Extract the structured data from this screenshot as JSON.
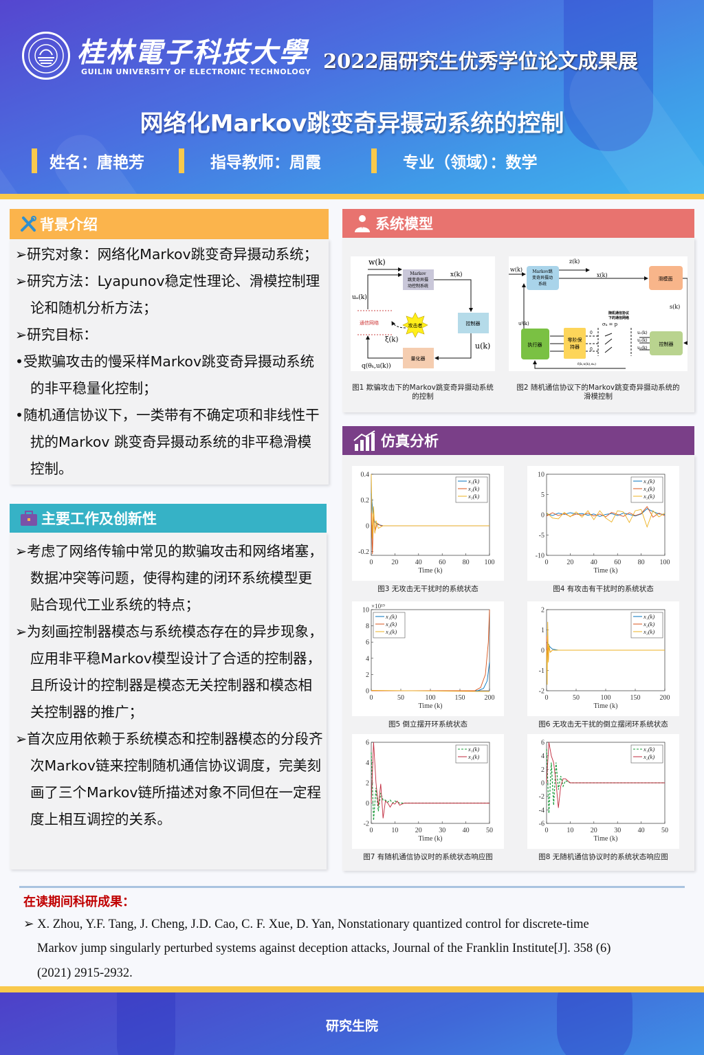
{
  "header": {
    "university_cn": "桂林電子科技大學",
    "university_en": "GUILIN UNIVERSITY OF ELECTRONIC TECHNOLOGY",
    "exhibition": "2022届研究生优秀学位论文成果展",
    "title": "网络化Markov跳变奇异摄动系统的控制",
    "name_label": "姓名：唐艳芳",
    "advisor_label": "指导教师：周霞",
    "major_label": "专业（领域）：数学"
  },
  "background": {
    "heading": "背景介绍",
    "icon": "tools-icon",
    "items": [
      "➢研究对象：网络化Markov跳变奇异摄动系统；",
      "➢研究方法：Lyapunov稳定性理论、滑模控制理论和随机分析方法；",
      "➢研究目标：",
      "•受欺骗攻击的慢采样Markov跳变奇异摄动系统的非平稳量化控制；",
      "•随机通信协议下，一类带有不确定项和非线性干扰的Markov 跳变奇异摄动系统的非平稳滑模控制。"
    ]
  },
  "innovation": {
    "heading": "主要工作及创新性",
    "icon": "briefcase-icon",
    "items": [
      "➢考虑了网络传输中常见的欺骗攻击和网络堵塞，数据冲突等问题，使得构建的闭环系统模型更贴合现代工业系统的特点；",
      "➢为刻画控制器模态与系统模态存在的异步现象，应用非平稳Markov模型设计了合适的控制器，且所设计的控制器是模态无关控制器和模态相关控制器的推广；",
      "➢首次应用依赖于系统模态和控制器模态的分段齐次Markov链来控制随机通信协议调度，完美刻画了三个Markov链所描述对象不同但在一定程度上相互调控的关系。"
    ]
  },
  "model": {
    "heading": "系统模型",
    "icon": "person-icon",
    "fig1": {
      "caption": "图1 欺骗攻击下的Markov跳变奇异摄动系统的控制",
      "plant": [
        "Markov",
        "跳变奇异摄",
        "动控制系统"
      ],
      "controller": "控制器",
      "quantizer": "量化器",
      "attacker": "攻击者",
      "network": "通信网络",
      "w": "w(k)",
      "x": "x(k)",
      "ua": "uₐ(k)",
      "xi": "ξ(k)",
      "u": "u(k)",
      "q": "q(θₖ,u(k))"
    },
    "fig2": {
      "caption": "图2 随机通信协议下的Markov跳变奇异摄动系统的滑模控制",
      "plant": [
        "Markov跳",
        "变奇异摄动",
        "系统"
      ],
      "sliding": "滑模面",
      "actuator": "执行器",
      "zoh": [
        "零阶保",
        "持器"
      ],
      "controller": "控制器",
      "network": [
        "随机通信协议",
        "下的通信网络"
      ],
      "w": "w(k)",
      "z": "z(k)",
      "x": "x(k)",
      "s": "s(k)",
      "uF": "uᶠ(k)",
      "sigma": "σₖ = p",
      "u1": "u₁(k)",
      "u2": "u₂(k)",
      "u3": "u₃(k)",
      "f": "f(k,x(k),αₖ)",
      "zero": "0"
    }
  },
  "simulation": {
    "heading": "仿真分析",
    "icon": "bar-chart-icon"
  },
  "chart_data": [
    {
      "type": "line",
      "caption": "图3 无攻击无干扰时的系统状态",
      "xlabel": "Time (k)",
      "xlim": [
        0,
        100
      ],
      "ylim": [
        -0.23,
        0.4
      ],
      "xticks": [
        0,
        20,
        40,
        60,
        80,
        100
      ],
      "yticks": [
        -0.2,
        0,
        0.2,
        0.4
      ],
      "legend": "top-right",
      "series": [
        {
          "name": "x₁(k)",
          "color": "#0072bd",
          "x": [
            0,
            1,
            2,
            3,
            5,
            10,
            100
          ],
          "y": [
            0.25,
            0.15,
            0.06,
            0.03,
            0.01,
            0,
            0
          ]
        },
        {
          "name": "x₂(k)",
          "color": "#d95319",
          "x": [
            0,
            1,
            2,
            3,
            5,
            8,
            100
          ],
          "y": [
            0.1,
            -0.22,
            0.1,
            -0.05,
            0.02,
            0,
            0
          ]
        },
        {
          "name": "x₃(k)",
          "color": "#edb120",
          "x": [
            0,
            1,
            2,
            3,
            4,
            6,
            10,
            100
          ],
          "y": [
            0.4,
            -0.1,
            0.15,
            -0.06,
            0.04,
            -0.02,
            0,
            0
          ]
        }
      ]
    },
    {
      "type": "line",
      "caption": "图4 有攻击有干扰时的系统状态",
      "xlabel": "Time (k)",
      "xlim": [
        0,
        100
      ],
      "ylim": [
        -10,
        10
      ],
      "xticks": [
        0,
        20,
        40,
        60,
        80,
        100
      ],
      "yticks": [
        -10,
        -5,
        0,
        5,
        10
      ],
      "legend": "top-right",
      "series": [
        {
          "name": "x₁(k)",
          "color": "#0072bd",
          "x": [
            0,
            5,
            10,
            15,
            20,
            25,
            30,
            35,
            40,
            45,
            50,
            55,
            60,
            65,
            70,
            75,
            80,
            85,
            90,
            95,
            100
          ],
          "y": [
            0.3,
            -0.2,
            0.4,
            0.1,
            0.5,
            0.2,
            0.3,
            -0.1,
            0.2,
            -0.4,
            0.1,
            0.3,
            -0.2,
            0.4,
            0.1,
            -0.3,
            0.2,
            1.5,
            0.8,
            0.2,
            0.1
          ]
        },
        {
          "name": "x₂(k)",
          "color": "#d95319",
          "x": [
            0,
            5,
            10,
            15,
            20,
            25,
            30,
            35,
            40,
            45,
            50,
            55,
            60,
            65,
            70,
            75,
            80,
            85,
            90,
            95,
            100
          ],
          "y": [
            -0.3,
            0.5,
            -0.2,
            0.3,
            -0.4,
            0.2,
            -0.1,
            0.4,
            -0.3,
            0.2,
            -0.5,
            0.6,
            0.1,
            -0.4,
            0.5,
            -0.2,
            0.3,
            2,
            -0.6,
            0.4,
            -0.2
          ]
        },
        {
          "name": "x₃(k)",
          "color": "#edb120",
          "x": [
            0,
            5,
            10,
            15,
            20,
            25,
            30,
            35,
            40,
            45,
            50,
            55,
            60,
            65,
            70,
            75,
            80,
            85,
            90,
            95,
            100
          ],
          "y": [
            0.5,
            -0.8,
            -1,
            0.6,
            -0.5,
            0.7,
            -0.6,
            1,
            -1.2,
            1,
            -0.8,
            -1.8,
            1,
            0.7,
            -1.9,
            1,
            1.3,
            -3,
            1,
            -0.5,
            0.4
          ]
        }
      ]
    },
    {
      "type": "line",
      "caption": "图5 倒立摆开环系统状态",
      "xlabel": "Time (k)",
      "ylabel_scale": "×10¹⁹",
      "xlim": [
        0,
        200
      ],
      "ylim": [
        0,
        10
      ],
      "xticks": [
        0,
        50,
        100,
        150,
        200
      ],
      "yticks": [
        0,
        2,
        4,
        6,
        8,
        10
      ],
      "legend": "top-left",
      "series": [
        {
          "name": "x₁(k)",
          "color": "#0072bd",
          "x": [
            0,
            180,
            190,
            196,
            200
          ],
          "y": [
            0,
            0,
            0.3,
            1.2,
            3.5
          ]
        },
        {
          "name": "x₂(k)",
          "color": "#d95319",
          "x": [
            0,
            175,
            185,
            193,
            198,
            200
          ],
          "y": [
            0,
            0,
            0.4,
            2,
            6,
            10
          ]
        },
        {
          "name": "x₃(k)",
          "color": "#edb120",
          "x": [
            0,
            200
          ],
          "y": [
            0.05,
            -0.1
          ]
        }
      ]
    },
    {
      "type": "line",
      "caption": "图6 无攻击无干扰的倒立摆闭环系统状态",
      "xlabel": "Time (k)",
      "xlim": [
        0,
        200
      ],
      "ylim": [
        -2,
        2
      ],
      "xticks": [
        0,
        50,
        100,
        150,
        200
      ],
      "yticks": [
        -2,
        -1,
        0,
        1,
        2
      ],
      "legend": "top-right",
      "series": [
        {
          "name": "x₁(k)",
          "color": "#0072bd",
          "x": [
            0,
            3,
            6,
            10,
            20,
            200
          ],
          "y": [
            0.4,
            0.3,
            0.15,
            0.05,
            0,
            0
          ]
        },
        {
          "name": "x₂(k)",
          "color": "#d95319",
          "x": [
            0,
            1,
            2,
            3,
            4,
            6,
            10,
            200
          ],
          "y": [
            0.7,
            -1,
            0.5,
            -0.5,
            0.2,
            -0.1,
            0,
            0
          ]
        },
        {
          "name": "x₃(k)",
          "color": "#edb120",
          "x": [
            0,
            1,
            2,
            3,
            4,
            6,
            10,
            200
          ],
          "y": [
            0,
            -1.7,
            1.4,
            -0.6,
            0.3,
            -0.1,
            0,
            0
          ]
        }
      ]
    },
    {
      "type": "line",
      "caption": "图7 有随机通信协议时的系统状态响应图",
      "xlabel": "Time (k)",
      "xlim": [
        0,
        50
      ],
      "ylim": [
        -2,
        6
      ],
      "xticks": [
        0,
        10,
        20,
        30,
        40,
        50
      ],
      "yticks": [
        -2,
        0,
        2,
        4,
        6
      ],
      "legend": "top-right",
      "series": [
        {
          "name": "x₁(k)",
          "color": "#1a9a3a",
          "dashed": true,
          "x": [
            0,
            1,
            2,
            3,
            4,
            5,
            6,
            7,
            8,
            9,
            10,
            12,
            50
          ],
          "y": [
            5,
            -1.7,
            1.5,
            -0.8,
            1,
            0.3,
            0.3,
            0.1,
            0.3,
            0,
            0.2,
            0,
            0
          ]
        },
        {
          "name": "x₂(k)",
          "color": "#c0283c",
          "x": [
            0,
            1,
            2,
            3,
            4,
            5,
            6,
            7,
            8,
            9,
            10,
            11,
            12,
            14,
            50
          ],
          "y": [
            0,
            6,
            2,
            -0.3,
            1.9,
            -1.5,
            0.2,
            0,
            -0.4,
            0,
            -0.1,
            0.2,
            -0.2,
            0,
            0
          ]
        }
      ]
    },
    {
      "type": "line",
      "caption": "图8 无随机通信协议时的系统状态响应图",
      "xlabel": "Time (k)",
      "xlim": [
        0,
        50
      ],
      "ylim": [
        -6,
        6
      ],
      "xticks": [
        0,
        10,
        20,
        30,
        40,
        50
      ],
      "yticks": [
        -6,
        -4,
        -2,
        0,
        2,
        4,
        6
      ],
      "legend": "top-right",
      "series": [
        {
          "name": "x₁(k)",
          "color": "#1a9a3a",
          "dashed": true,
          "x": [
            0,
            1,
            2,
            3,
            4,
            5,
            6,
            7,
            8,
            10,
            50
          ],
          "y": [
            5,
            -4.5,
            3,
            -3.3,
            3,
            -1,
            1,
            -0.5,
            0.3,
            0,
            0
          ]
        },
        {
          "name": "x₂(k)",
          "color": "#c0283c",
          "x": [
            0,
            1,
            2,
            3,
            4,
            5,
            6,
            7,
            8,
            10,
            50
          ],
          "y": [
            0,
            6,
            4,
            3,
            0,
            -3.7,
            -0.5,
            0.6,
            0.6,
            0,
            0
          ]
        }
      ]
    }
  ],
  "publications": {
    "heading": "在读期间科研成果：",
    "lines": [
      "➢ X. Zhou, Y.F. Tang, J. Cheng, J.D. Cao, C. F. Xue, D. Yan, Nonstationary quantized control for discrete-time",
      "Markov jump singularly perturbed systems against deception attacks, Journal of the Franklin Institute[J]. 358 (6)",
      "(2021) 2915-2932."
    ]
  },
  "footer": {
    "text": "研究生院"
  },
  "colors": {
    "orange": "#fbb44c",
    "teal": "#36b2c6",
    "salmon": "#e8736f",
    "purple": "#7a3f88",
    "yellow": "#f9c94c",
    "red": "#c00000"
  }
}
